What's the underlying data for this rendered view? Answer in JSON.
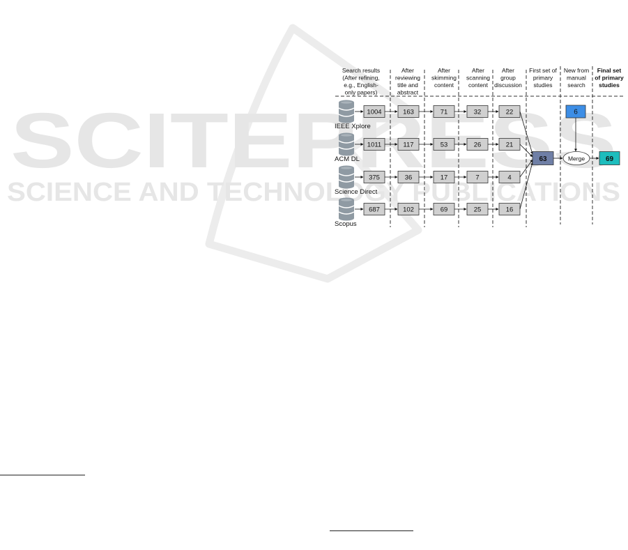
{
  "watermark": {
    "line1": "SCITEPRESS",
    "line2": "SCIENCE AND TECHNOLOGY PUBLICATIONS",
    "color": "#e6e6e6"
  },
  "columns": [
    {
      "label": [
        "Search results",
        "(After refining,",
        "e.g., English-",
        "only papers)"
      ],
      "bold": false
    },
    {
      "label": [
        "After",
        "reviewing",
        "title and",
        "abstract"
      ],
      "bold": false
    },
    {
      "label": [
        "After",
        "skimming",
        "content"
      ],
      "bold": false
    },
    {
      "label": [
        "After",
        "scanning",
        "content"
      ],
      "bold": false
    },
    {
      "label": [
        "After",
        "group",
        "discussion"
      ],
      "bold": false
    },
    {
      "label": [
        "First set of",
        "primary",
        "studies"
      ],
      "bold": false
    },
    {
      "label": [
        "New from",
        "manual",
        "search"
      ],
      "bold": false
    },
    {
      "label": [
        "Final set",
        "of primary",
        "studies"
      ],
      "bold": true
    }
  ],
  "sources": [
    {
      "name": "IEEE Xplore",
      "values": [
        "1004",
        "163",
        "71",
        "32",
        "22"
      ]
    },
    {
      "name": "ACM DL",
      "values": [
        "1011",
        "117",
        "53",
        "26",
        "21"
      ]
    },
    {
      "name": "Science Direct",
      "values": [
        "375",
        "36",
        "17",
        "7",
        "4"
      ]
    },
    {
      "name": "Scopus",
      "values": [
        "687",
        "102",
        "69",
        "25",
        "16"
      ]
    }
  ],
  "first_set": "63",
  "manual_search": "6",
  "merge_label": "Merge",
  "final_set": "69",
  "colors": {
    "gray_box": "#d0d0d0",
    "first_set_box": "#6f7fa6",
    "manual_box": "#3d8ee6",
    "final_box": "#1dbdbd",
    "database": "#8f9aa3"
  }
}
